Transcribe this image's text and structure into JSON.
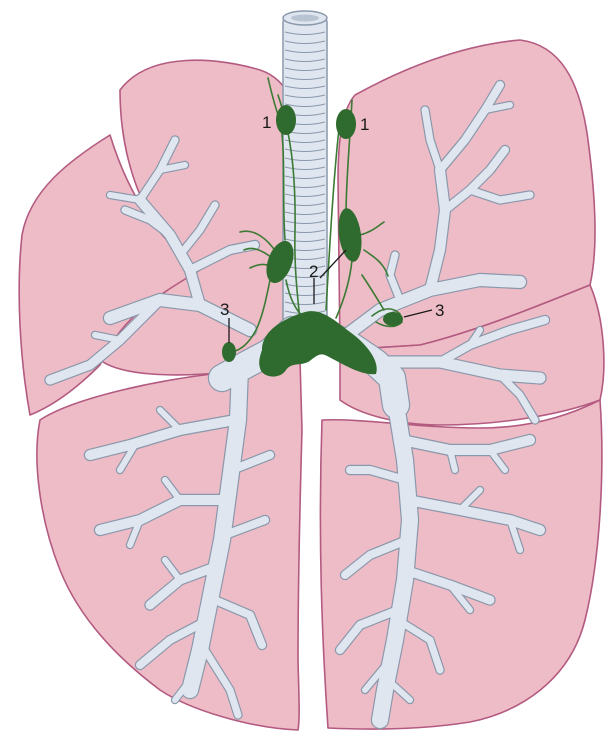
{
  "colors": {
    "lung_fill": "#eebcc6",
    "lung_outline": "#b35a80",
    "airway_fill": "#dfe6ef",
    "airway_outline": "#8a98ab",
    "lymph_node": "#2f6b2f",
    "lymph_vessel": "#3b7a34",
    "label_text": "#1a1a1a"
  },
  "labels": {
    "node_1_left": "1",
    "node_1_right": "1",
    "node_2": "2",
    "node_3_left": "3",
    "node_3_right": "3"
  }
}
